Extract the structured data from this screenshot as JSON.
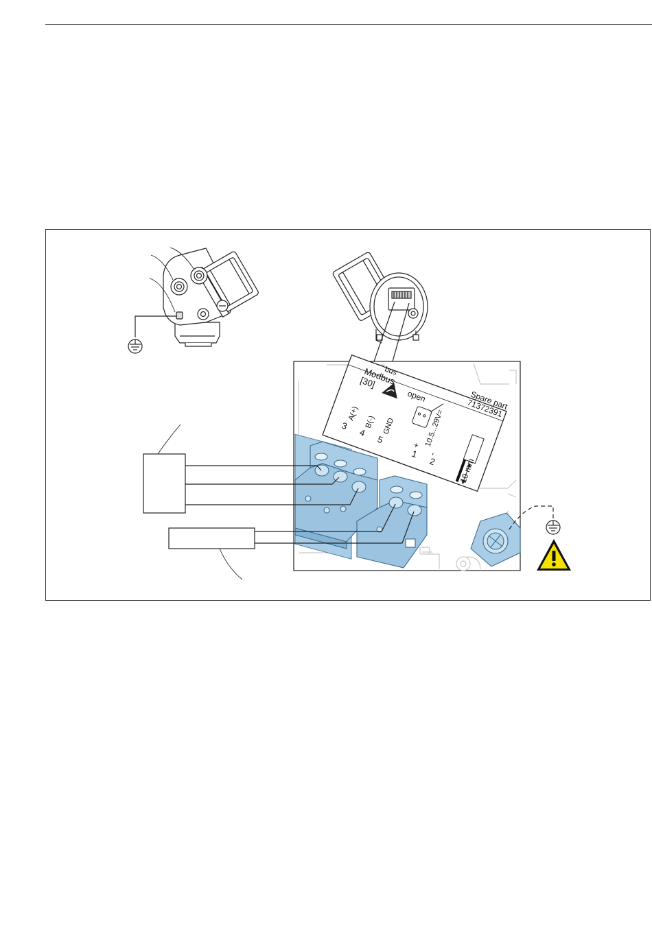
{
  "diagram": {
    "label_plate": {
      "modbus_top": "bus",
      "modbus": "Modbus",
      "ref": "[30]",
      "spare_line1": "Spare part",
      "spare_line2": "71372391",
      "pin3": "3",
      "pin4": "4",
      "pin5": "5",
      "pin1": "1",
      "pin2": "2",
      "sig_a": "A(+)",
      "sig_b": "B(-)",
      "sig_gnd": "GND",
      "plus": "+",
      "minus": "-",
      "open": "open",
      "supply": "10.5...29V=",
      "strip_length": "10 mm"
    },
    "icons": [
      "earth-ground-icon",
      "esd-warning-icon",
      "warning-triangle-icon"
    ],
    "colors": {
      "terminal_blue": "#a9cde6",
      "terminal_blue_dark": "#7fb0d3",
      "warning_yellow": "#f6e200",
      "outline": "#222222"
    }
  }
}
